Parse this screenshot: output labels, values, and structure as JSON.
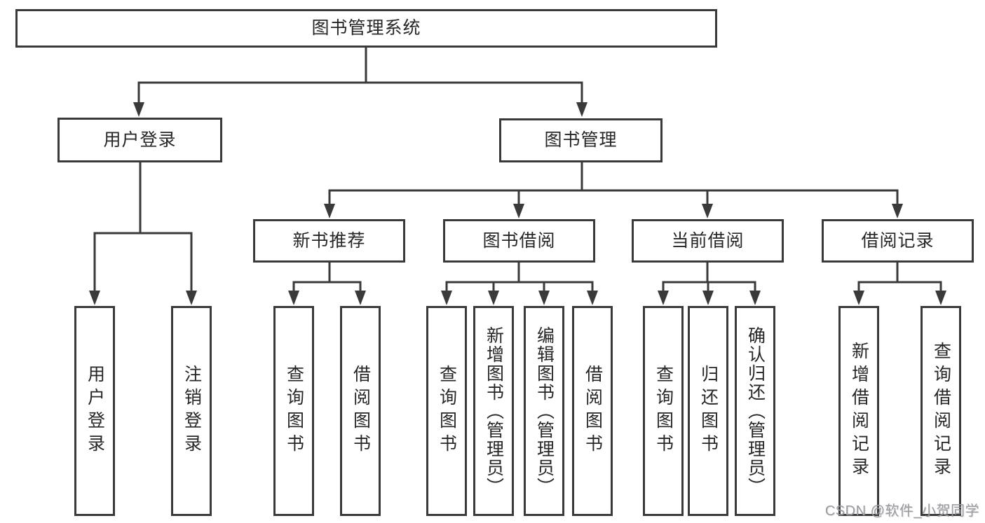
{
  "diagram": {
    "root": {
      "label": "图书管理系统"
    },
    "level2": [
      {
        "label": "用户登录"
      },
      {
        "label": "图书管理"
      }
    ],
    "level3": [
      {
        "label": "新书推荐"
      },
      {
        "label": "图书借阅"
      },
      {
        "label": "当前借阅"
      },
      {
        "label": "借阅记录"
      }
    ],
    "leaves": {
      "user_login": [
        "用户登录",
        "注销登录"
      ],
      "new_books": [
        "查询图书",
        "借阅图书"
      ],
      "book_borrow": [
        "查询图书",
        "新增图书（管理员）",
        "编辑图书（管理员）",
        "借阅图书"
      ],
      "current_borrow": [
        "查询图书",
        "归还图书",
        "确认归还（管理员）"
      ],
      "borrow_records": [
        "新增借阅记录",
        "查询借阅记录"
      ]
    }
  },
  "watermark": {
    "text": "CSDN @软件_小贺同学"
  },
  "colors": {
    "line": "#3a3a3a",
    "text": "#262626",
    "box_background": "#ffffff",
    "watermark": "#9b9ba1",
    "page_background": "#ffffff"
  }
}
